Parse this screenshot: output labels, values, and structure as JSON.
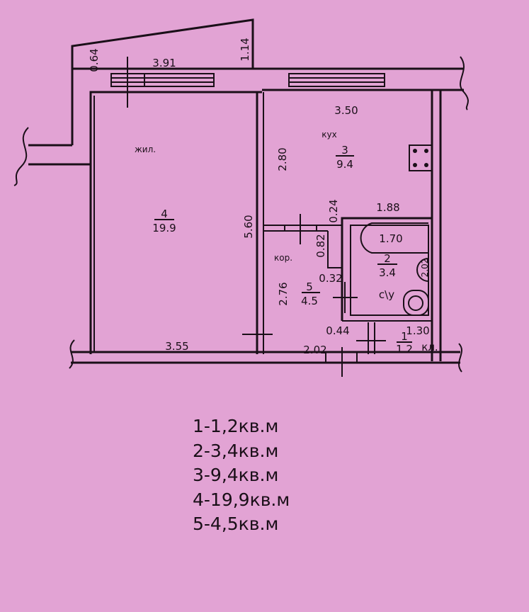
{
  "plan": {
    "rooms": [
      {
        "number": "4",
        "area": "19.9",
        "name": "жил."
      },
      {
        "number": "3",
        "area": "9.4",
        "name": "кух"
      },
      {
        "number": "2",
        "area": "3.4",
        "name": "с\\у"
      },
      {
        "number": "5",
        "area": "4.5",
        "name": "кор."
      },
      {
        "number": "1",
        "area": "1.2",
        "name": "кл."
      }
    ],
    "dimensions": {
      "balcony_left": "0.64",
      "balcony_length": "3.91",
      "balcony_right": "1.14",
      "kitchen_width": "3.50",
      "kitchen_depth": "2.80",
      "living_depth": "5.60",
      "living_width": "3.55",
      "wall_024": "0.24",
      "bath_width": "1.88",
      "bathtub": "1.70",
      "bath_depth": "2.02",
      "niche": "0.82",
      "niche_depth": "0.32",
      "corridor_depth": "2.76",
      "corridor_width": "2.02",
      "closet_gap": "0.44",
      "closet_width": "1.30"
    }
  },
  "legend": [
    "1-1,2кв.м",
    "2-3,4кв.м",
    "3-9,4кв.м",
    "4-19,9кв.м",
    "5-4,5кв.м"
  ]
}
